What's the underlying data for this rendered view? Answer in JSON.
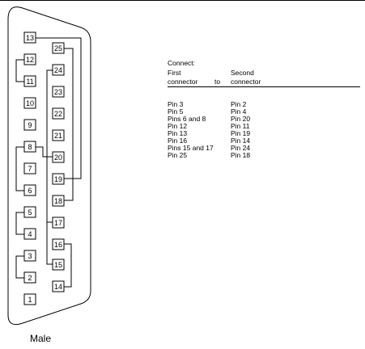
{
  "connector": {
    "caption": "Male",
    "pins": [
      "1",
      "2",
      "3",
      "4",
      "5",
      "6",
      "7",
      "8",
      "9",
      "10",
      "11",
      "12",
      "13",
      "14",
      "15",
      "16",
      "17",
      "18",
      "19",
      "20",
      "21",
      "22",
      "23",
      "24",
      "25"
    ]
  },
  "table": {
    "title": "Connect:",
    "header_first_1": "First",
    "header_first_2": "connector",
    "header_to": "to",
    "header_second_1": "Second",
    "header_second_2": "connector",
    "rows": [
      {
        "first": "Pin 3",
        "second": "Pin 2"
      },
      {
        "first": "Pin 5",
        "second": "Pin 4"
      },
      {
        "first": "Pins 6 and 8",
        "second": "Pin 20"
      },
      {
        "first": "Pin 12",
        "second": "Pin 11"
      },
      {
        "first": "Pin 13",
        "second": "Pin 19"
      },
      {
        "first": "Pin 16",
        "second": "Pin 14"
      },
      {
        "first": "Pins 15 and 17",
        "second": "Pin 24"
      },
      {
        "first": "Pin 25",
        "second": "Pin 18"
      }
    ]
  }
}
